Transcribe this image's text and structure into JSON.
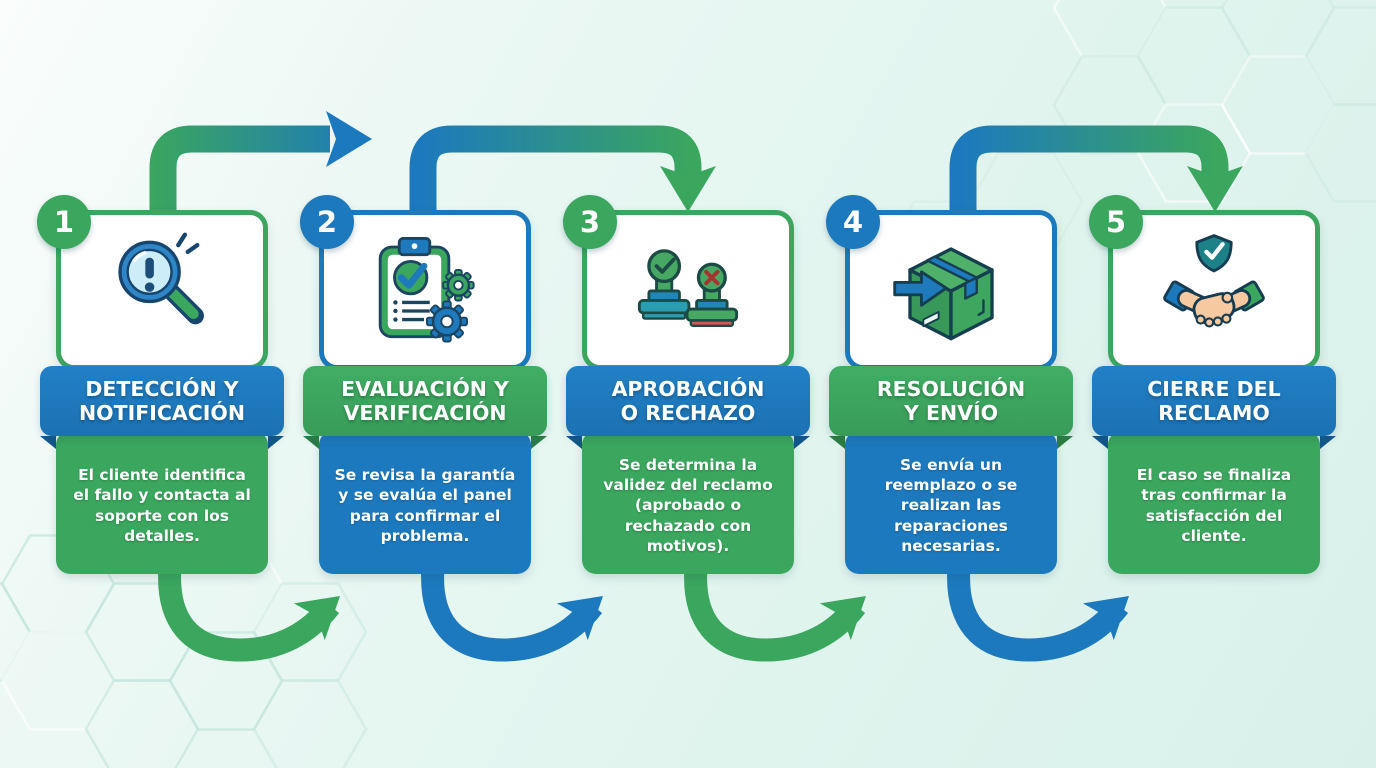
{
  "diagram": {
    "type": "process-flow",
    "language": "es",
    "step_count": 5,
    "flow": "left-to-right"
  },
  "colors": {
    "green": "#3aa65e",
    "blue": "#1d79be",
    "dark_green_fold": "#2a7a45",
    "dark_blue_fold": "#125687",
    "background": "#e2f5ef",
    "card_face": "#ffffff",
    "text": "#ffffff"
  },
  "steps": [
    {
      "number": "1",
      "title_lines": [
        "DETECCIÓN Y",
        "NOTIFICACIÓN"
      ],
      "description": "El cliente identifica el fallo y contacta al soporte con los detalles.",
      "icon": "magnifier-alert-icon",
      "accent": "green",
      "header_color": "blue",
      "body_color": "green"
    },
    {
      "number": "2",
      "title_lines": [
        "EVALUACIÓN Y",
        "VERIFICACIÓN"
      ],
      "description": "Se revisa la garantía y se evalúa el panel para confirmar el problema.",
      "icon": "clipboard-check-gears-icon",
      "accent": "blue",
      "header_color": "green",
      "body_color": "blue"
    },
    {
      "number": "3",
      "title_lines": [
        "APROBACIÓN",
        "O RECHAZO"
      ],
      "description": "Se determina la validez del reclamo (aprobado o rechazado con motivos).",
      "icon": "approve-reject-stamps-icon",
      "accent": "green",
      "header_color": "blue",
      "body_color": "green"
    },
    {
      "number": "4",
      "title_lines": [
        "RESOLUCIÓN",
        "Y ENVÍO"
      ],
      "description": "Se envía un reemplazo o se realizan las reparaciones necesarias.",
      "icon": "shipping-box-icon",
      "accent": "blue",
      "header_color": "green",
      "body_color": "blue"
    },
    {
      "number": "5",
      "title_lines": [
        "CIERRE DEL",
        "RECLAMO"
      ],
      "description": "El caso se finaliza tras confirmar la satisfacción del cliente.",
      "icon": "handshake-shield-icon",
      "accent": "green",
      "header_color": "blue",
      "body_color": "green"
    }
  ],
  "arrows": {
    "top": [
      {
        "from": 1,
        "to": 2,
        "gradient": [
          "#3aa65e",
          "#1d79be"
        ],
        "head": "right"
      },
      {
        "from": 2,
        "to": 3,
        "gradient": [
          "#1d79be",
          "#3aa65e"
        ],
        "head": "down"
      },
      {
        "from": 4,
        "to": 5,
        "gradient": [
          "#1d79be",
          "#3aa65e"
        ],
        "head": "down"
      }
    ],
    "bottom": [
      {
        "from": 1,
        "to": 2,
        "color": "#3aa65e"
      },
      {
        "from": 2,
        "to": 3,
        "color": "#1d79be"
      },
      {
        "from": 3,
        "to": 4,
        "color": "#3aa65e"
      },
      {
        "from": 4,
        "to": 5,
        "color": "#1d79be"
      }
    ]
  }
}
